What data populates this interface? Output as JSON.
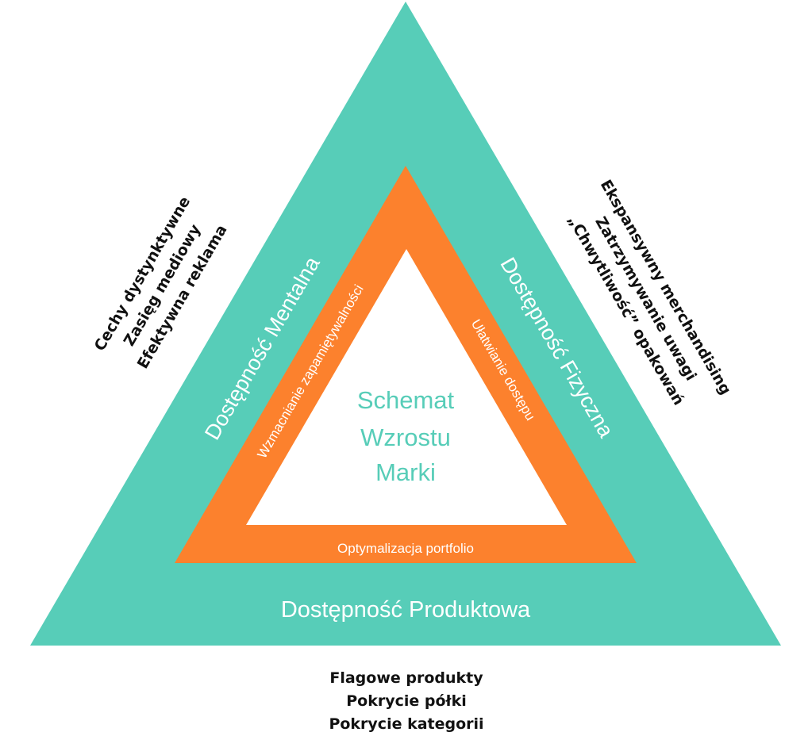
{
  "colors": {
    "outer_triangle": "#57cdb8",
    "middle_triangle": "#fc812d",
    "inner_triangle": "#ffffff",
    "center_text": "#57cdb8",
    "white_text": "#ffffff",
    "black_text": "#111111"
  },
  "center": {
    "line1": "Schemat",
    "line2": "Wzrostu",
    "line3": "Marki"
  },
  "outer": {
    "left_label": "Dostępność Mentalna",
    "right_label": "Dostępność Fizyczna",
    "bottom_label": "Dostępność Produktowa"
  },
  "middle": {
    "left_label": "Wzmacnianie zapamiętywalności",
    "right_label": "Ułatwianie dostępu",
    "bottom_label": "Optymalizacja portfolio"
  },
  "left_list": [
    "Cechy dystynktywne",
    "Zasięg mediowy",
    "Efektywna reklama"
  ],
  "right_list": [
    "Ekspansywny merchandising",
    "Zatrzymywanie uwagi",
    "„Chwytliwość” opakowań"
  ],
  "bottom_list": [
    "Flagowe produkty",
    "Pokrycie półki",
    "Pokrycie kategorii"
  ]
}
